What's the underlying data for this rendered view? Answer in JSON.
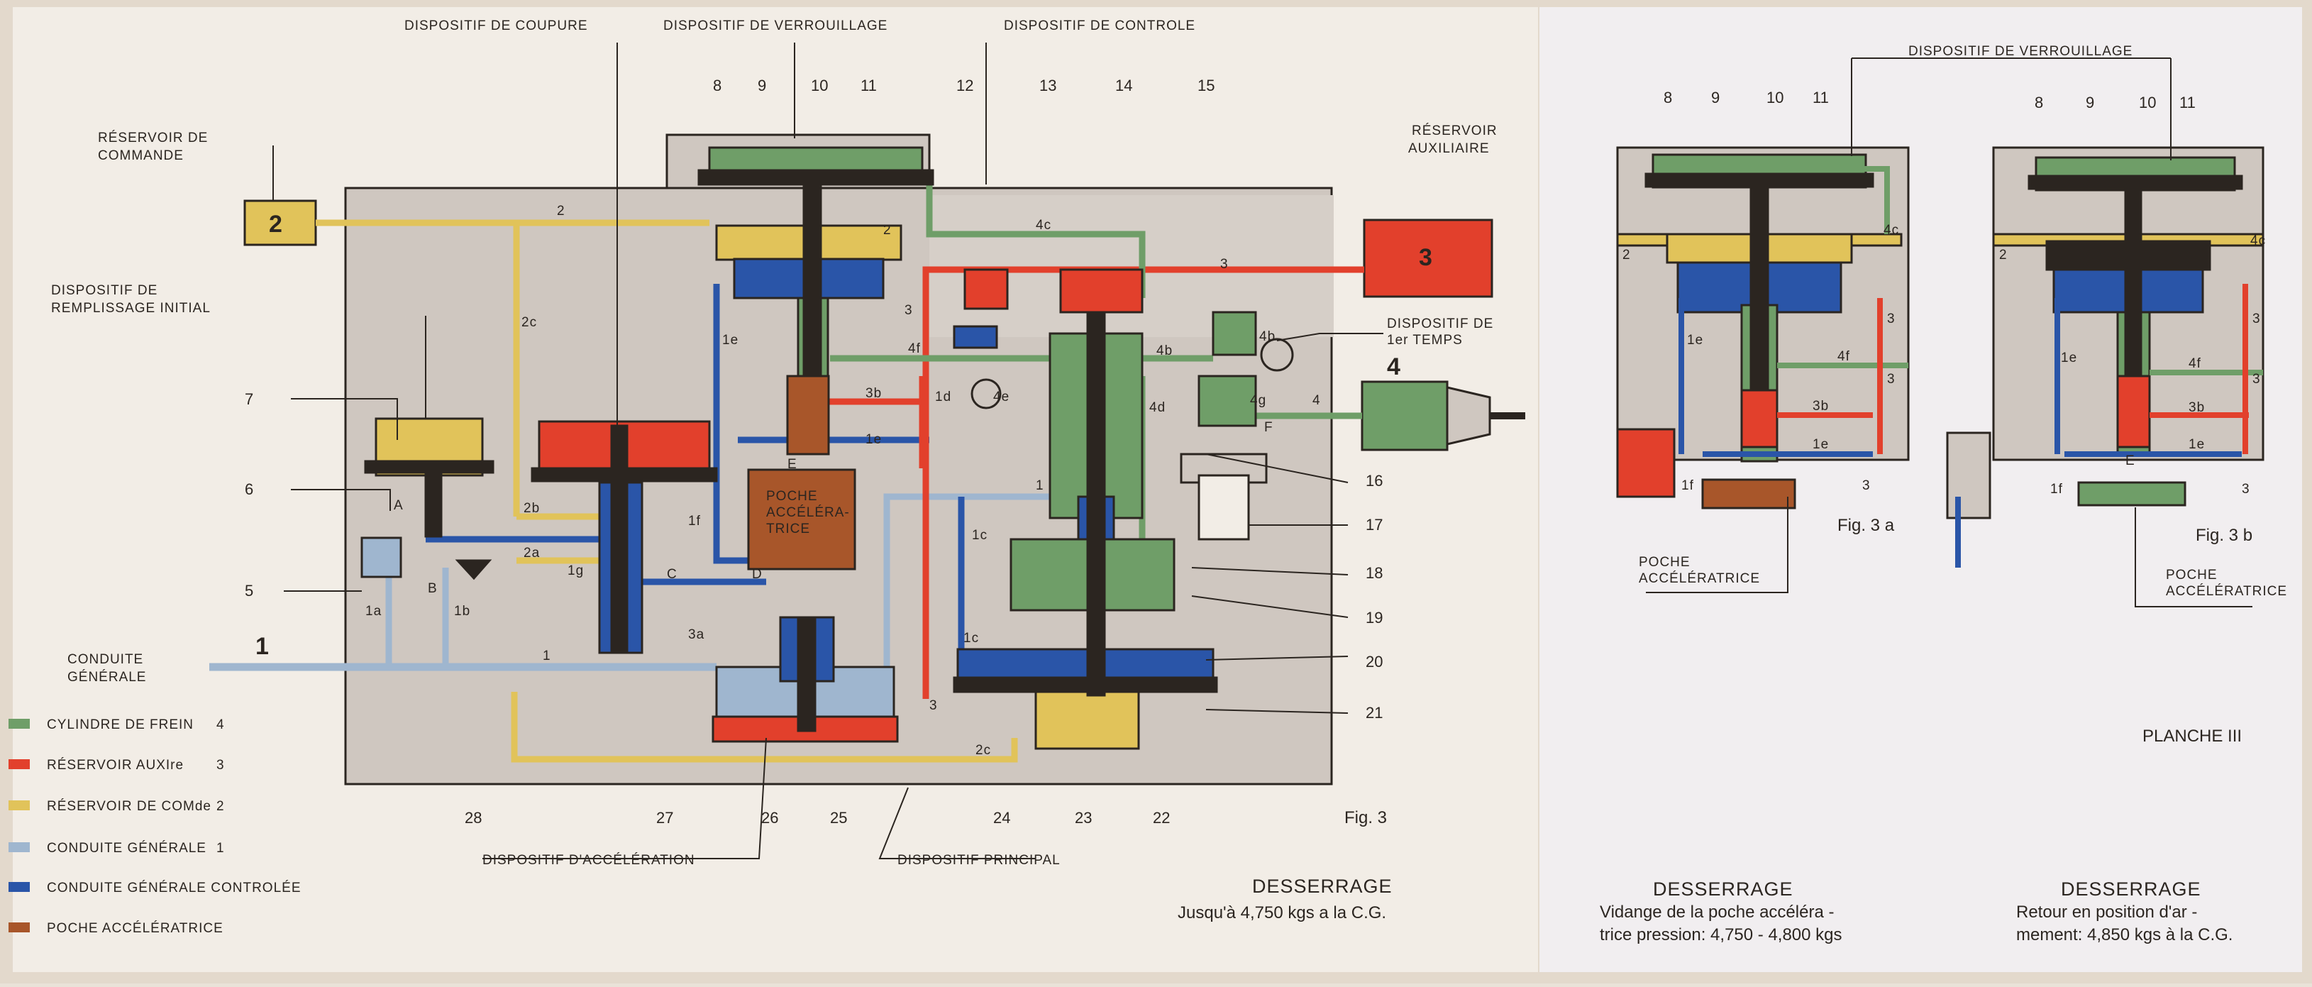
{
  "colors": {
    "brake_cylinder": "#6f9e68",
    "aux_reservoir": "#e2402c",
    "command_reservoir": "#e1c35a",
    "brake_pipe": "#9fb6cf",
    "controlled_brake_pipe": "#2a55a8",
    "accel_chamber": "#a8562a",
    "housing": "#cfc7c0",
    "line": "#2b2520"
  },
  "left_panel": {
    "labels": {
      "dispositif_coupure": "DISPOSITIF DE COUPURE",
      "dispositif_verrouillage": "DISPOSITIF DE VERROUILLAGE",
      "dispositif_controle": "DISPOSITIF DE CONTROLE",
      "reservoir_commande_1": "RÉSERVOIR DE",
      "reservoir_commande_2": "COMMANDE",
      "reservoir_auxiliaire_1": "RÉSERVOIR",
      "reservoir_auxiliaire_2": "AUXILIAIRE",
      "remplissage_1": "DISPOSITIF DE",
      "remplissage_2": "REMPLISSAGE INITIAL",
      "conduite_generale_1": "CONDUITE",
      "conduite_generale_2": "GÉNÉRALE",
      "premier_temps_1": "DISPOSITIF DE",
      "premier_temps_2": "1er TEMPS",
      "poche_1": "POCHE",
      "poche_2": "ACCÉLÉRA-",
      "poche_3": "TRICE",
      "dispositif_acceleration": "DISPOSITIF D'ACCÉLÉRATION",
      "dispositif_principal": "DISPOSITIF PRINCIPAL",
      "fig": "Fig. 3",
      "desserrage": "DESSERRAGE",
      "desserrage_sub": "Jusqu'à  4,750 kgs a la C.G."
    },
    "reservoir_command_num": "2",
    "reservoir_aux_num": "3",
    "cylinder_num": "4",
    "pipe_num": "1",
    "top_numbers": [
      "8",
      "9",
      "10",
      "11",
      "12",
      "13",
      "14",
      "15"
    ],
    "right_numbers": [
      "16",
      "17",
      "18",
      "19",
      "20",
      "21"
    ],
    "left_numbers": [
      "7",
      "6",
      "5"
    ],
    "bottom_numbers": [
      "28",
      "27",
      "26",
      "25",
      "24",
      "23",
      "22"
    ],
    "pipe_tags": [
      "2",
      "2",
      "2c",
      "2b",
      "2a",
      "1g",
      "1e",
      "1f",
      "1d",
      "1c",
      "1",
      "1a",
      "1b",
      "3",
      "3",
      "3b",
      "3a",
      "4c",
      "4f",
      "4e",
      "4b",
      "4d",
      "4g",
      "4",
      "4b",
      "1e",
      "2c",
      "1",
      "1c",
      "3",
      "A",
      "B",
      "C",
      "D",
      "E",
      "F"
    ],
    "legend": [
      {
        "label": "CYLINDRE DE FREIN",
        "num": "4"
      },
      {
        "label": "RÉSERVOIR AUXIre",
        "num": "3"
      },
      {
        "label": "RÉSERVOIR DE COMde",
        "num": "2"
      },
      {
        "label": "CONDUITE GÉNÉRALE",
        "num": "1"
      },
      {
        "label": "CONDUITE GÉNÉRALE CONTROLÉE",
        "num": ""
      },
      {
        "label": "POCHE  ACCÉLÉRATRICE",
        "num": ""
      }
    ]
  },
  "right_panel": {
    "dispositif_verrouillage": "DISPOSITIF DE VERROUILLAGE",
    "top_numbers_a": [
      "8",
      "9",
      "10",
      "11"
    ],
    "top_numbers_b": [
      "8",
      "9",
      "10",
      "11"
    ],
    "fig_a": "Fig. 3 a",
    "fig_b": "Fig. 3 b",
    "poche_a_1": "POCHE",
    "poche_a_2": "ACCÉLÉRATRICE",
    "poche_b_1": "POCHE",
    "poche_b_2": "ACCÉLÉRATRICE",
    "tags_a": [
      "2",
      "1e",
      "4f",
      "3b",
      "3",
      "1e",
      "1f",
      "3",
      "3",
      "4c"
    ],
    "tags_b": [
      "2",
      "1e",
      "4f",
      "3b",
      "3",
      "1e",
      "1f",
      "3",
      "3",
      "4c",
      "E"
    ],
    "planche": "PLANCHE  III",
    "desserrage_a": "DESSERRAGE",
    "caption_a_1": "Vidange de la poche accéléra -",
    "caption_a_2": "trice pression:  4,750 - 4,800 kgs",
    "desserrage_b": "DESSERRAGE",
    "caption_b_1": "Retour en position d'ar -",
    "caption_b_2": "mement:  4,850 kgs à la C.G."
  }
}
